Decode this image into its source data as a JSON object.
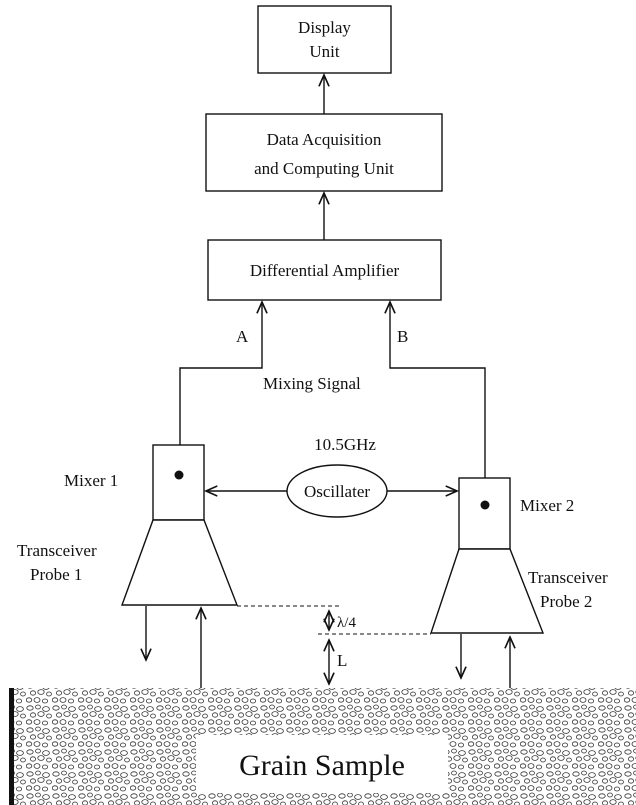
{
  "blocks": {
    "display_line1": "Display",
    "display_line2": "Unit",
    "daq_line1": "Data Acquisition",
    "daq_line2": "and Computing Unit",
    "amplifier": "Differential Amplifier",
    "oscillator": "Oscillater",
    "oscillator_freq": "10.5GHz"
  },
  "signals": {
    "a": "A",
    "b": "B",
    "mixing": "Mixing Signal"
  },
  "mixers": {
    "left": "Mixer 1",
    "right": "Mixer 2"
  },
  "probes": {
    "left_line1": "Transceiver",
    "left_line2": "Probe 1",
    "right_line1": "Transceiver",
    "right_line2": "Probe 2"
  },
  "dimensions": {
    "offset": "λ/4",
    "distance": "L"
  },
  "sample": {
    "label": "Grain Sample"
  }
}
